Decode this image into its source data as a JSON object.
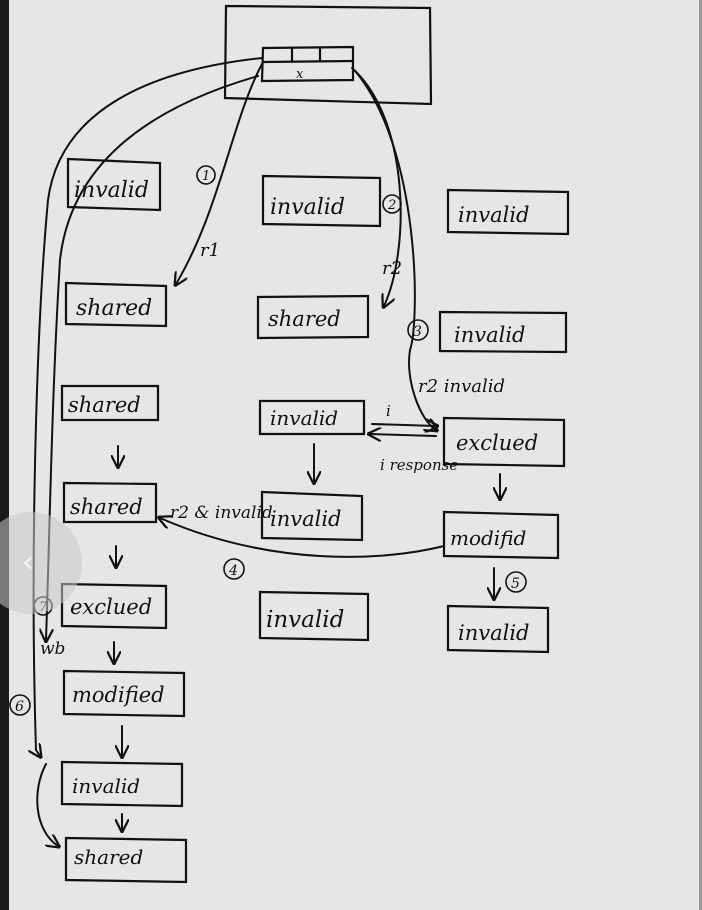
{
  "memory": {
    "cell_label": "x"
  },
  "boxes": {
    "c1_r1": "invalid",
    "c2_r1": "invalid",
    "c3_r1": "invalid",
    "c1_r2": "shared",
    "c2_r2": "shared",
    "c3_r2": "invalid",
    "c1_r3": "shared",
    "c2_r3": "invalid",
    "c3_r3": "exclued",
    "c1_r4": "shared",
    "c2_r4": "invalid",
    "c3_r4": "modifid",
    "c1_r5": "exclued",
    "c2_r5": "invalid",
    "c3_r5": "invalid",
    "c1_r6": "modified",
    "c1_r7": "invalid",
    "c1_r8": "shared"
  },
  "labels": {
    "r1": "r1",
    "r2": "r2",
    "r2_invalid": "r2 invalid",
    "i": "i",
    "i_response": "i response",
    "r2_invalid_left": "r2 & invalid",
    "wb": "wb"
  },
  "steps": {
    "s1": "1",
    "s2": "2",
    "s3": "3",
    "s4": "4",
    "s5": "5",
    "s6": "6",
    "s7": "7"
  }
}
